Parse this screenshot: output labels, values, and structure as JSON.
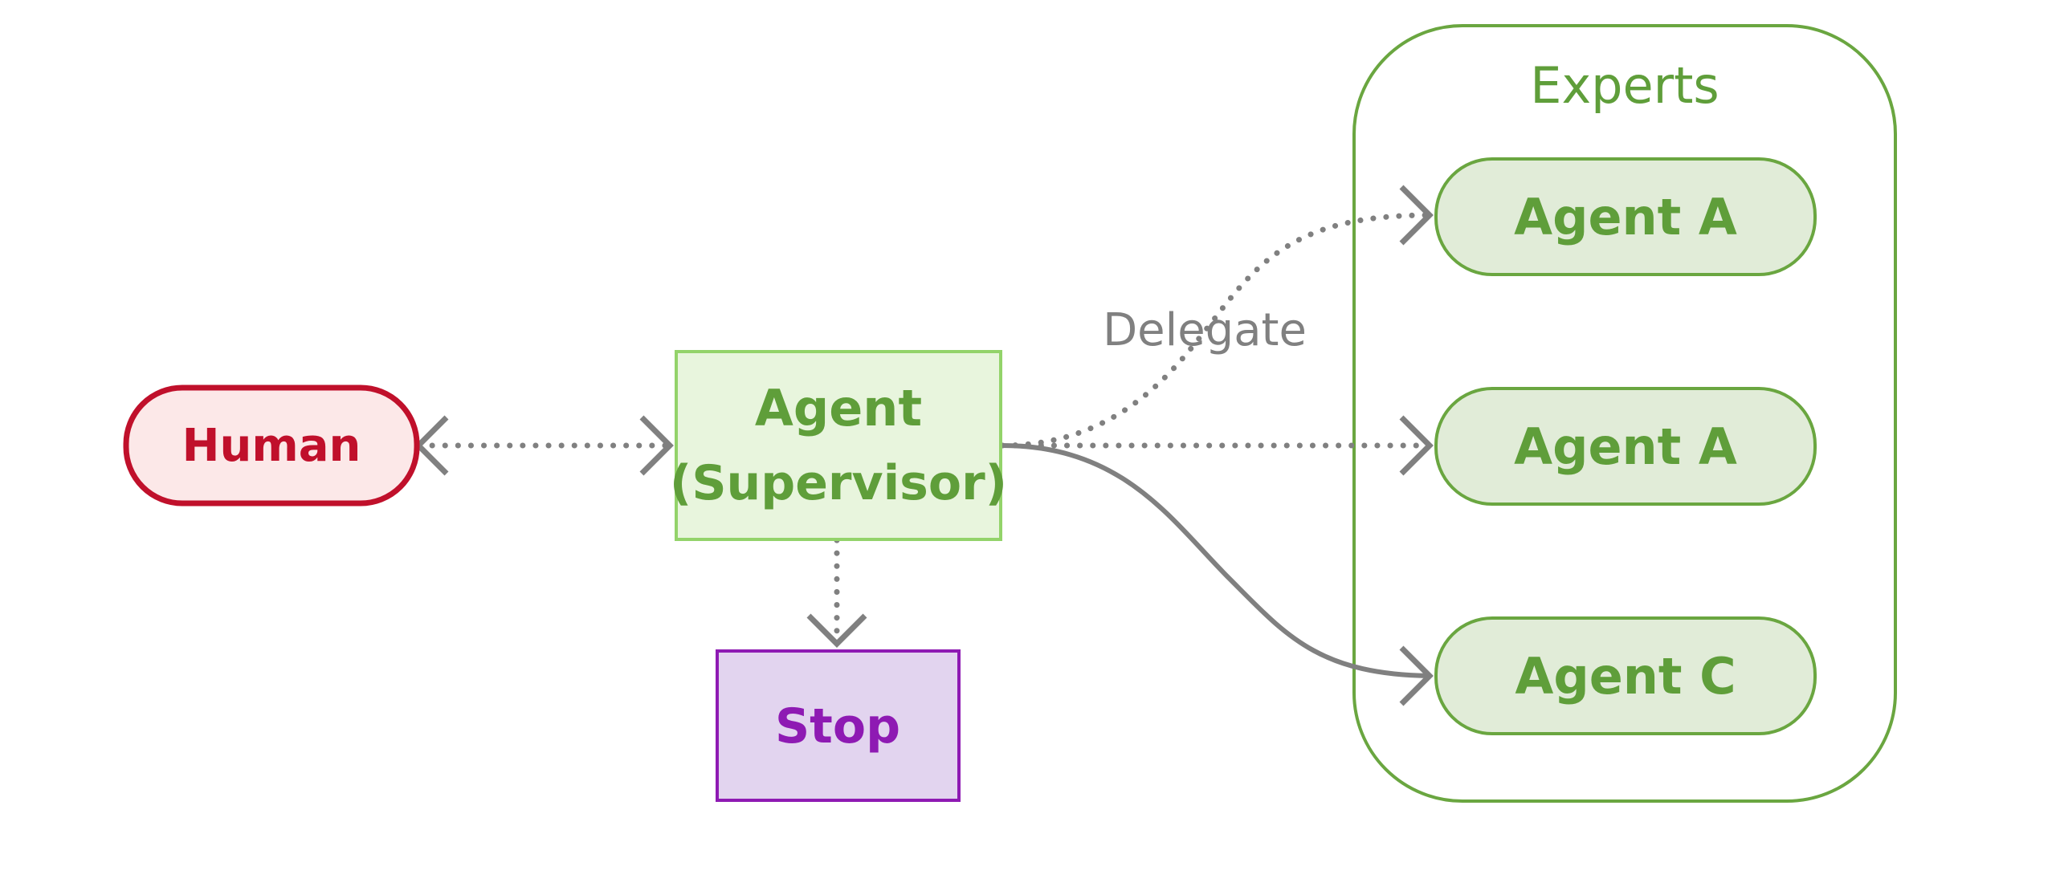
{
  "colors": {
    "human_fill": "#fce8e8",
    "human_stroke": "#c0102b",
    "human_text": "#c0102b",
    "supervisor_fill": "#e8f5dd",
    "supervisor_stroke": "#93d36a",
    "green_text": "#5f9e3a",
    "expert_fill": "#e1ecd8",
    "expert_stroke": "#6aa640",
    "experts_group_stroke": "#6aa640",
    "stop_fill": "#e2d4ef",
    "stop_stroke": "#8e1ab3",
    "stop_text": "#8e1ab3",
    "arrow": "#808080"
  },
  "nodes": {
    "human": {
      "label": "Human"
    },
    "supervisor": {
      "line1": "Agent",
      "line2": "(Supervisor)"
    },
    "stop": {
      "label": "Stop"
    },
    "experts_group": {
      "label": "Experts"
    },
    "expert_top": {
      "label": "Agent A"
    },
    "expert_middle": {
      "label": "Agent A"
    },
    "expert_bottom": {
      "label": "Agent C"
    }
  },
  "edges": {
    "delegate_label": "Delegate",
    "list": [
      {
        "from": "human",
        "to": "supervisor",
        "style": "dotted",
        "bidirectional": true
      },
      {
        "from": "supervisor",
        "to": "stop",
        "style": "dotted"
      },
      {
        "from": "supervisor",
        "to": "expert_top",
        "style": "dotted"
      },
      {
        "from": "supervisor",
        "to": "expert_middle",
        "style": "dotted"
      },
      {
        "from": "supervisor",
        "to": "expert_bottom",
        "style": "solid"
      }
    ]
  }
}
